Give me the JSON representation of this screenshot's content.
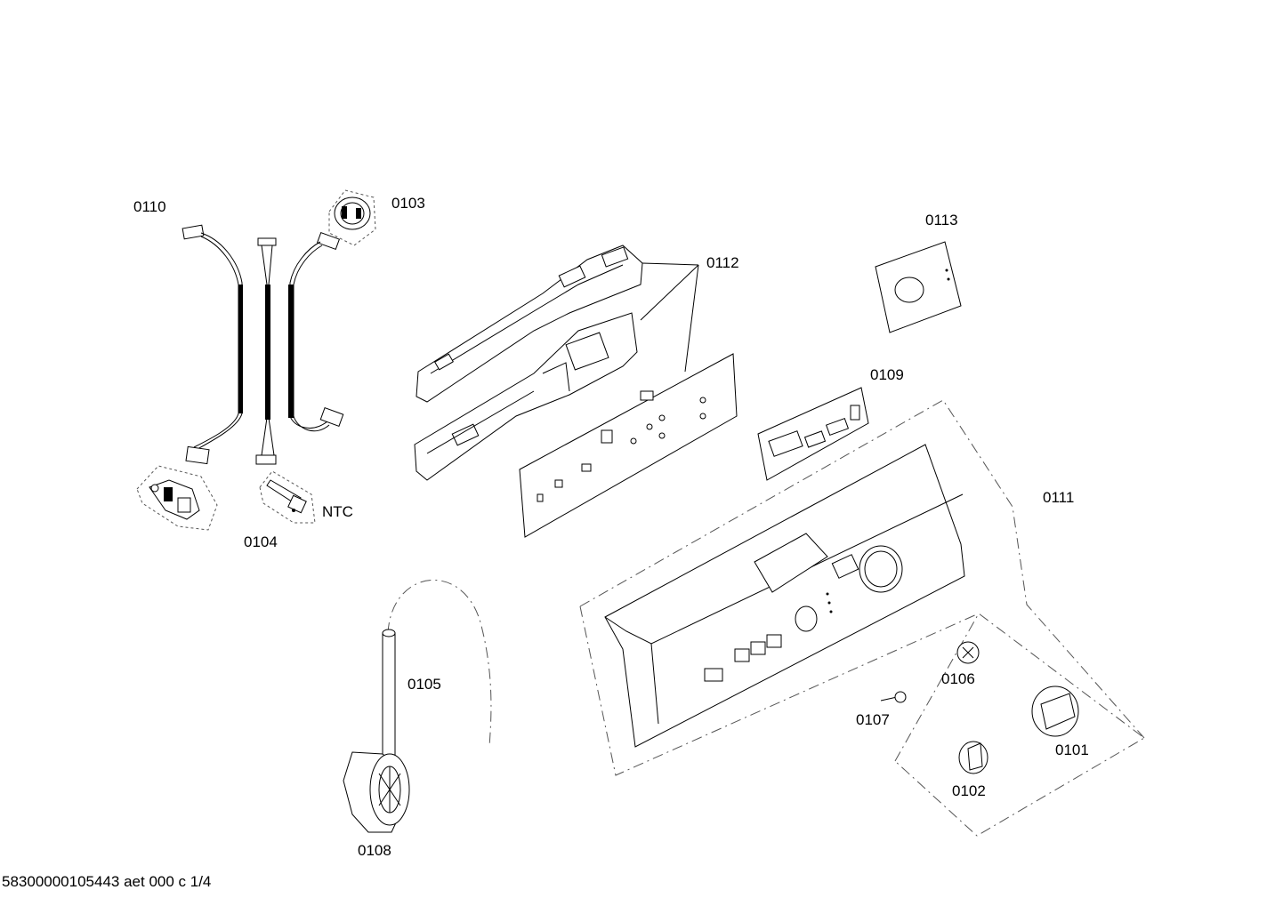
{
  "labels": {
    "p0110": "0110",
    "p0103": "0103",
    "p0112": "0112",
    "p0113": "0113",
    "p0109": "0109",
    "p0111": "0111",
    "p0104": "0104",
    "ntc": "NTC",
    "p0105": "0105",
    "p0106": "0106",
    "p0107": "0107",
    "p0101": "0101",
    "p0102": "0102",
    "p0108": "0108"
  },
  "footer": {
    "doc_id": "58300000105443 aet 000 c 1/4"
  }
}
